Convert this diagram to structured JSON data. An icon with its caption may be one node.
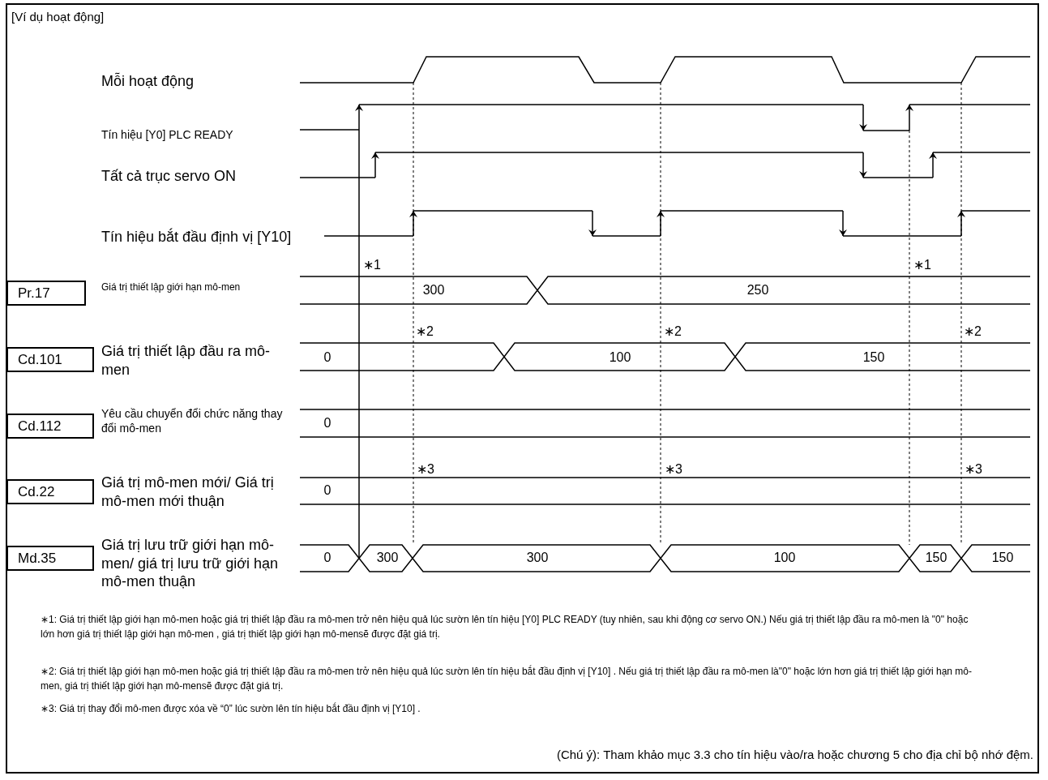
{
  "diagram": {
    "title": "[Ví dụ hoạt động]",
    "caption": "(Chú ý): Tham khảo mục 3.3 cho tín hiệu vào/ra hoặc chương 5 cho địa chỉ bộ nhớ đệm.",
    "nodes": [
      {
        "text": [
          "Pr.17"
        ],
        "beside": [
          "Giá trị thiết lập giới hạn mô-men"
        ]
      },
      {
        "text": [
          "Cd.101"
        ],
        "beside": [
          "Giá trị thiết lập đầu ra mô-men"
        ]
      },
      {
        "text": [
          "Cd.112"
        ],
        "beside": [
          "Yêu cầu chuyển đổi chức năng thay đổi mô-men"
        ]
      },
      {
        "text": [
          "Cd.22"
        ],
        "beside": [
          "Giá trị mô-men mới/ Giá trị mô-men mới thuận"
        ]
      },
      {
        "text": [
          "Md.35"
        ],
        "beside": [
          "Giá trị lưu trữ giới hạn mô-men/ giá trị lưu trữ giới hạn mô-men thuận"
        ]
      }
    ],
    "labels": [
      "Mỗi hoạt động",
      "Tín hiệu [Y0] PLC READY",
      "Tất cả trục servo ON",
      "Tín hiệu bắt đầu định vị [Y10]",
      "∗1",
      "∗1",
      "300",
      "250",
      "∗2",
      "∗2",
      "∗2",
      "0",
      "100",
      "150",
      "0",
      "∗3",
      "∗3",
      "∗3",
      "0",
      "0",
      "300",
      "300",
      "100",
      "150",
      "150",
      "∗1: Giá trị thiết lập giới hạn mô-men hoặc giá trị thiết lập đầu ra mô-men trở nên hiệu quả lúc sườn lên tín hiệu [Y0] PLC READY (tuy nhiên, sau khi động cơ servo ON.) Nếu giá trị thiết lập đầu ra mô-men là \"0\" hoặc lớn hơn giá trị thiết lập giới hạn mô-men , giá trị thiết lập giới hạn mô-mensẽ được đặt giá trị.",
      "∗2: Giá trị thiết lập giới hạn mô-men hoặc giá trị thiết lập đầu ra mô-men trở nên hiệu quả lúc sườn lên tín hiệu bắt đầu định vị [Y10] . Nếu giá trị thiết lập đầu ra mô-men là\"0\" hoặc lớn hơn giá trị thiết lập giới hạn mô-men, giá trị thiết lập giới hạn mô-mensẽ được đặt giá trị.",
      "∗3: Giá trị thay đổi mô-men được xóa về “0” lúc sườn lên tín hiệu bắt đầu định vị [Y10] ."
    ]
  }
}
